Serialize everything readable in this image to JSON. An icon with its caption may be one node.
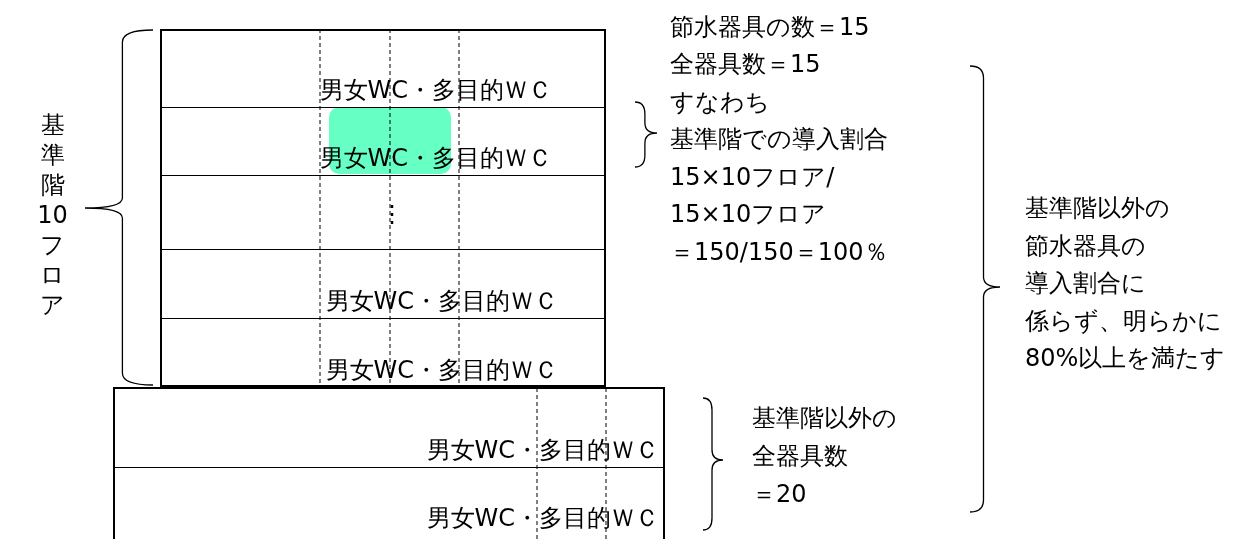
{
  "diagram": {
    "nodes": [
      {
        "text": [],
        "shape": "box"
      },
      {
        "text": [
          "男女WC・多目的ＷＣ"
        ],
        "in": 0
      },
      {
        "text": [
          "男女WC・多目的ＷＣ"
        ],
        "in": 0
      },
      {
        "text": [
          "⋮"
        ],
        "in": 0
      },
      {
        "text": [
          "男女WC・多目的ＷＣ"
        ],
        "in": 0
      },
      {
        "text": [
          "男女WC・多目的ＷＣ"
        ],
        "in": 0
      },
      {
        "text": [],
        "shape": "box"
      },
      {
        "text": [
          "男女WC・多目的ＷＣ"
        ],
        "in": 6
      },
      {
        "text": [
          "男女WC・多目的ＷＣ"
        ],
        "in": 6
      }
    ],
    "edges": [],
    "labels": [
      "基準階10フロア",
      "節水器具の数＝15",
      "全器具数＝15",
      "すなわち",
      "基準階での導入割合",
      "15×10フロア/",
      "15×10フロア",
      "＝150/150＝100％",
      "基準階以外の",
      "節水器具の",
      "導入割合に",
      "係らず、明らかに",
      "80%以上を満たす",
      "基準階以外の",
      "全器具数",
      "＝20"
    ]
  }
}
